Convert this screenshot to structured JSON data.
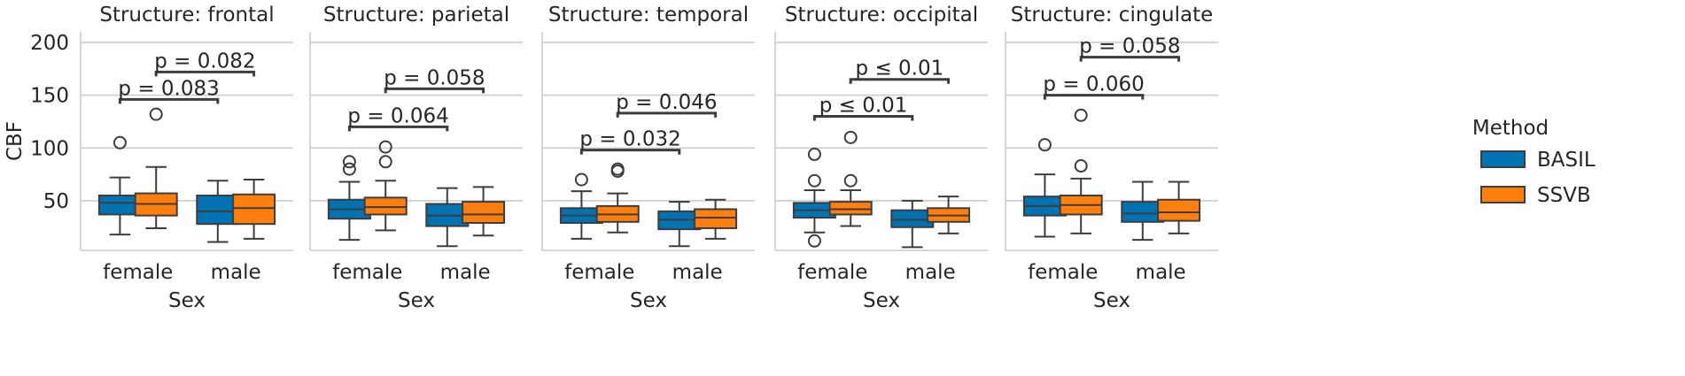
{
  "chart_data": {
    "type": "box",
    "ylabel": "CBF",
    "xlabel": "Sex",
    "ylim": [
      3,
      210
    ],
    "yticks": [
      50,
      100,
      150,
      200
    ],
    "grid": true,
    "categories": [
      "female",
      "male"
    ],
    "legend": {
      "title": "Method",
      "position": "right",
      "entries": [
        {
          "name": "BASIL",
          "color": "#0173b2"
        },
        {
          "name": "SSVB",
          "color": "#ff7f0e"
        }
      ]
    },
    "panels": [
      {
        "title": "Structure: frontal",
        "boxes": [
          {
            "sex": "female",
            "method": "BASIL",
            "whisker_low": 18,
            "q1": 37,
            "median": 48,
            "q3": 55,
            "whisker_high": 72,
            "outliers": [
              105
            ]
          },
          {
            "sex": "female",
            "method": "SSVB",
            "whisker_low": 24,
            "q1": 36,
            "median": 47,
            "q3": 57,
            "whisker_high": 82,
            "outliers": [
              132
            ]
          },
          {
            "sex": "male",
            "method": "BASIL",
            "whisker_low": 11,
            "q1": 28,
            "median": 40,
            "q3": 55,
            "whisker_high": 69,
            "outliers": []
          },
          {
            "sex": "male",
            "method": "SSVB",
            "whisker_low": 14,
            "q1": 28,
            "median": 43,
            "q3": 56,
            "whisker_high": 70,
            "outliers": []
          }
        ],
        "annotations": [
          {
            "text": "p = 0.083",
            "from": "female-BASIL",
            "to": "male-BASIL",
            "y": 146
          },
          {
            "text": "p = 0.082",
            "from": "female-SSVB",
            "to": "male-SSVB",
            "y": 172
          }
        ]
      },
      {
        "title": "Structure: parietal",
        "boxes": [
          {
            "sex": "female",
            "method": "BASIL",
            "whisker_low": 13,
            "q1": 33,
            "median": 42,
            "q3": 51,
            "whisker_high": 68,
            "outliers": [
              80,
              87
            ]
          },
          {
            "sex": "female",
            "method": "SSVB",
            "whisker_low": 22,
            "q1": 37,
            "median": 44,
            "q3": 53,
            "whisker_high": 69,
            "outliers": [
              87,
              101
            ]
          },
          {
            "sex": "male",
            "method": "BASIL",
            "whisker_low": 7,
            "q1": 26,
            "median": 36,
            "q3": 47,
            "whisker_high": 62,
            "outliers": []
          },
          {
            "sex": "male",
            "method": "SSVB",
            "whisker_low": 17,
            "q1": 29,
            "median": 37,
            "q3": 49,
            "whisker_high": 63,
            "outliers": []
          }
        ],
        "annotations": [
          {
            "text": "p = 0.064",
            "from": "female-BASIL",
            "to": "male-BASIL",
            "y": 120
          },
          {
            "text": "p = 0.058",
            "from": "female-SSVB",
            "to": "male-SSVB",
            "y": 156
          }
        ]
      },
      {
        "title": "Structure: temporal",
        "boxes": [
          {
            "sex": "female",
            "method": "BASIL",
            "whisker_low": 14,
            "q1": 29,
            "median": 36,
            "q3": 43,
            "whisker_high": 59,
            "outliers": [
              70
            ]
          },
          {
            "sex": "female",
            "method": "SSVB",
            "whisker_low": 20,
            "q1": 30,
            "median": 37,
            "q3": 45,
            "whisker_high": 57,
            "outliers": [
              78,
              80
            ]
          },
          {
            "sex": "male",
            "method": "BASIL",
            "whisker_low": 7,
            "q1": 23,
            "median": 32,
            "q3": 40,
            "whisker_high": 49,
            "outliers": []
          },
          {
            "sex": "male",
            "method": "SSVB",
            "whisker_low": 14,
            "q1": 24,
            "median": 34,
            "q3": 42,
            "whisker_high": 51,
            "outliers": []
          }
        ],
        "annotations": [
          {
            "text": "p = 0.032",
            "from": "female-BASIL",
            "to": "male-BASIL",
            "y": 98
          },
          {
            "text": "p = 0.046",
            "from": "female-SSVB",
            "to": "male-SSVB",
            "y": 133
          }
        ]
      },
      {
        "title": "Structure: occipital",
        "boxes": [
          {
            "sex": "female",
            "method": "BASIL",
            "whisker_low": 20,
            "q1": 34,
            "median": 41,
            "q3": 48,
            "whisker_high": 60,
            "outliers": [
              12,
              69,
              94
            ]
          },
          {
            "sex": "female",
            "method": "SSVB",
            "whisker_low": 26,
            "q1": 37,
            "median": 42,
            "q3": 49,
            "whisker_high": 60,
            "outliers": [
              69,
              110
            ]
          },
          {
            "sex": "male",
            "method": "BASIL",
            "whisker_low": 6,
            "q1": 25,
            "median": 32,
            "q3": 41,
            "whisker_high": 50,
            "outliers": []
          },
          {
            "sex": "male",
            "method": "SSVB",
            "whisker_low": 19,
            "q1": 30,
            "median": 36,
            "q3": 43,
            "whisker_high": 54,
            "outliers": []
          }
        ],
        "annotations": [
          {
            "text": "p ≤ 0.01",
            "from": "female-BASIL",
            "to": "male-BASIL",
            "y": 130
          },
          {
            "text": "p ≤ 0.01",
            "from": "female-SSVB",
            "to": "male-SSVB",
            "y": 165
          }
        ]
      },
      {
        "title": "Structure: cingulate",
        "boxes": [
          {
            "sex": "female",
            "method": "BASIL",
            "whisker_low": 16,
            "q1": 36,
            "median": 45,
            "q3": 54,
            "whisker_high": 75,
            "outliers": [
              103
            ]
          },
          {
            "sex": "female",
            "method": "SSVB",
            "whisker_low": 19,
            "q1": 37,
            "median": 46,
            "q3": 55,
            "whisker_high": 71,
            "outliers": [
              83,
              131
            ]
          },
          {
            "sex": "male",
            "method": "BASIL",
            "whisker_low": 13,
            "q1": 30,
            "median": 38,
            "q3": 49,
            "whisker_high": 68,
            "outliers": []
          },
          {
            "sex": "male",
            "method": "SSVB",
            "whisker_low": 19,
            "q1": 31,
            "median": 39,
            "q3": 51,
            "whisker_high": 68,
            "outliers": []
          }
        ],
        "annotations": [
          {
            "text": "p = 0.060",
            "from": "female-BASIL",
            "to": "male-BASIL",
            "y": 150
          },
          {
            "text": "p = 0.058",
            "from": "female-SSVB",
            "to": "male-SSVB",
            "y": 186
          }
        ]
      }
    ]
  }
}
